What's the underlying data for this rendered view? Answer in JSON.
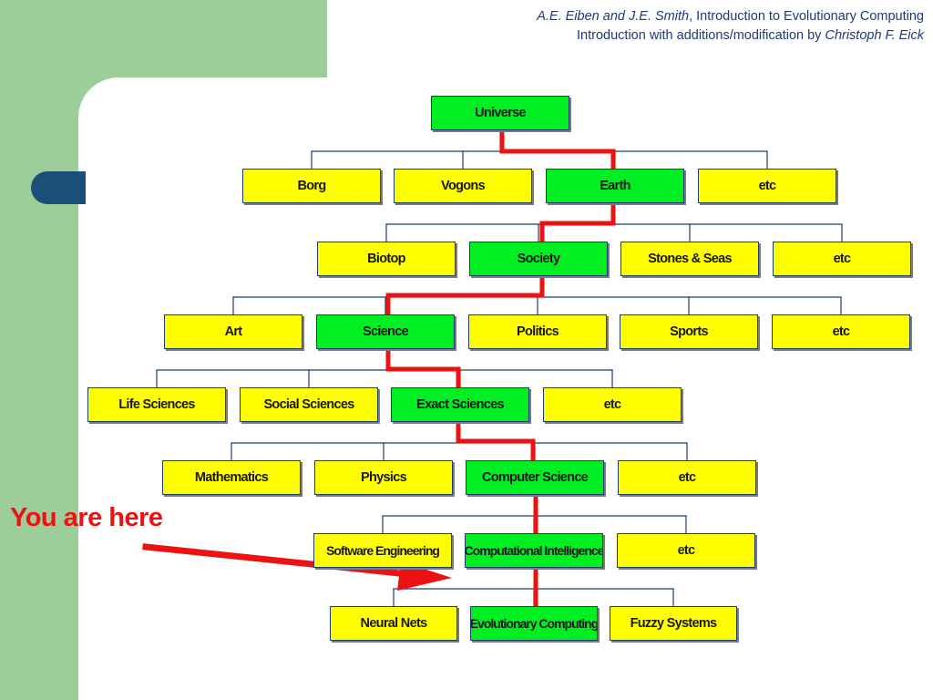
{
  "header": {
    "authors": "A.E. Eiben and J.E. Smith",
    "book_title": ", Introduction to Evolutionary Computing",
    "line2_text": "Introduction with additions/modification by ",
    "line2_author": "Christoph F. Eick"
  },
  "annotation": {
    "label": "You are here"
  },
  "tree": {
    "level1": [
      "Universe"
    ],
    "level2": [
      "Borg",
      "Vogons",
      "Earth",
      "etc"
    ],
    "level3": [
      "Biotop",
      "Society",
      "Stones & Seas",
      "etc"
    ],
    "level4": [
      "Art",
      "Science",
      "Politics",
      "Sports",
      "etc"
    ],
    "level5": [
      "Life Sciences",
      "Social Sciences",
      "Exact Sciences",
      "etc"
    ],
    "level6": [
      "Mathematics",
      "Physics",
      "Computer Science",
      "etc"
    ],
    "level7": [
      "Software Engineering",
      "Computational Intelligence",
      "etc"
    ],
    "level8": [
      "Neural Nets",
      "Evolutionary Computing",
      "Fuzzy Systems"
    ]
  },
  "colors": {
    "highlight_box": "#00ee22",
    "normal_box": "#ffff00",
    "path_line": "#ee1111",
    "connector": "#1e3c70",
    "sidebar": "#9dcd98"
  }
}
